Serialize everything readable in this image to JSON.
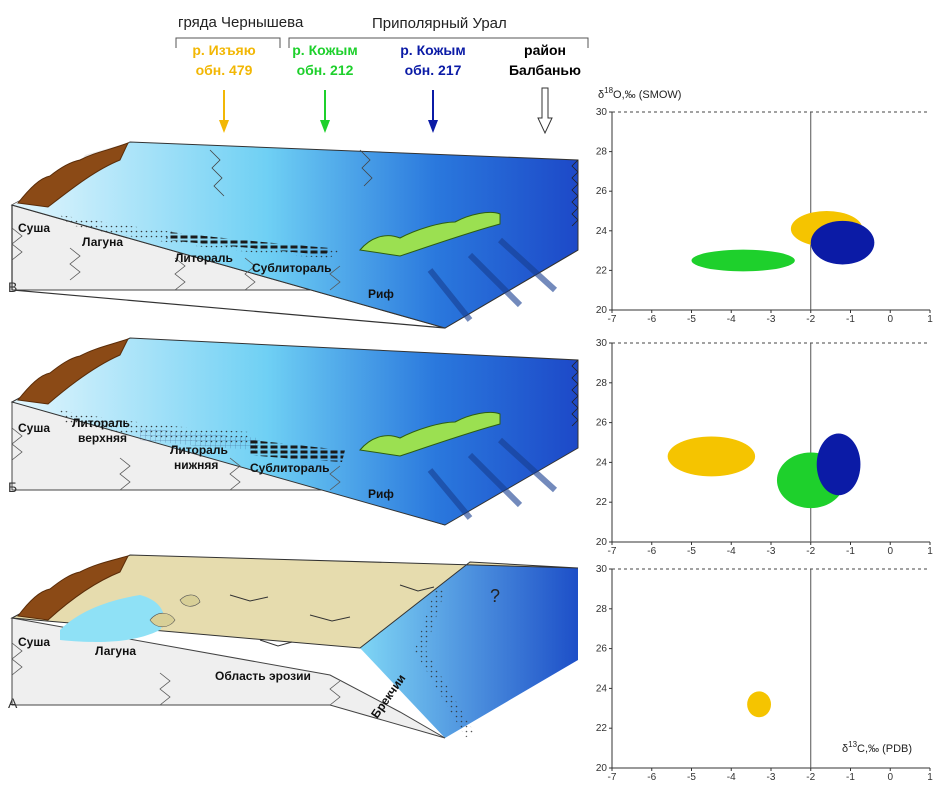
{
  "header": {
    "ridge": "гряда Чернышева",
    "urals": "Приполярный Урал",
    "locations": [
      {
        "line1": "р. Изъяю",
        "line2": "обн. 479",
        "color": "#f2b705"
      },
      {
        "line1": "р. Кожым",
        "line2": "обн. 212",
        "color": "#1ed02c"
      },
      {
        "line1": "р. Кожым",
        "line2": "обн. 217",
        "color": "#0b1ba6"
      },
      {
        "line1": "район",
        "line2": "Балбанью",
        "color": "#000000"
      }
    ]
  },
  "panels": {
    "V": {
      "letter": "В",
      "labels": {
        "land": "Суша",
        "lagoon": "Лагуна",
        "littoral": "Литораль",
        "sublittoral": "Сублитораль",
        "reef": "Риф"
      }
    },
    "B": {
      "letter": "Б",
      "labels": {
        "land": "Суша",
        "littoral_upper_1": "Литораль",
        "littoral_upper_2": "верхняя",
        "littoral_lower_1": "Литораль",
        "littoral_lower_2": "нижняя",
        "sublittoral": "Сублитораль",
        "reef": "Риф"
      }
    },
    "A": {
      "letter": "А",
      "labels": {
        "land": "Суша",
        "lagoon": "Лагуна",
        "erosion": "Область эрозии",
        "breccia": "Брекчии",
        "question": "?"
      }
    }
  },
  "plots": {
    "ylabel_prefix": "δ",
    "ylabel_sup": "18",
    "ylabel_rest": "O,‰ (SMOW)",
    "xlabel_prefix": "δ",
    "xlabel_sup": "13",
    "xlabel_rest": "C,‰ (PDB)",
    "x_ticks": [
      "-7",
      "-6",
      "-5",
      "-4",
      "-3",
      "-2",
      "-1",
      "0",
      "1"
    ],
    "y_ticks": [
      "30",
      "28",
      "26",
      "24",
      "22",
      "20"
    ]
  },
  "chart_data": [
    {
      "type": "scatter",
      "panel": "В",
      "xlim": [
        -7,
        1
      ],
      "ylim": [
        20,
        30
      ],
      "vline_x": -2,
      "dashed_top_y": 30,
      "series": [
        {
          "color": "#f5c400",
          "center": [
            -1.6,
            24.1
          ],
          "rx": 0.9,
          "ry": 0.9
        },
        {
          "color": "#1ed02c",
          "center": [
            -3.7,
            22.5
          ],
          "rx": 1.3,
          "ry": 0.55
        },
        {
          "color": "#0b1ba6",
          "center": [
            -1.2,
            23.4
          ],
          "rx": 0.8,
          "ry": 1.1
        }
      ]
    },
    {
      "type": "scatter",
      "panel": "Б",
      "xlim": [
        -7,
        1
      ],
      "ylim": [
        20,
        30
      ],
      "vline_x": -2,
      "dashed_top_y": 30,
      "series": [
        {
          "color": "#f5c400",
          "center": [
            -4.5,
            24.3
          ],
          "rx": 1.1,
          "ry": 1.0
        },
        {
          "color": "#1ed02c",
          "center": [
            -2.0,
            23.1
          ],
          "rx": 0.85,
          "ry": 1.4
        },
        {
          "color": "#0b1ba6",
          "center": [
            -1.3,
            23.9
          ],
          "rx": 0.55,
          "ry": 1.55
        }
      ]
    },
    {
      "type": "scatter",
      "panel": "А",
      "xlim": [
        -7,
        1
      ],
      "ylim": [
        20,
        30
      ],
      "vline_x": -2,
      "dashed_top_y": 30,
      "series": [
        {
          "color": "#f5c400",
          "center": [
            -3.3,
            23.2
          ],
          "rx": 0.3,
          "ry": 0.65
        }
      ]
    }
  ]
}
